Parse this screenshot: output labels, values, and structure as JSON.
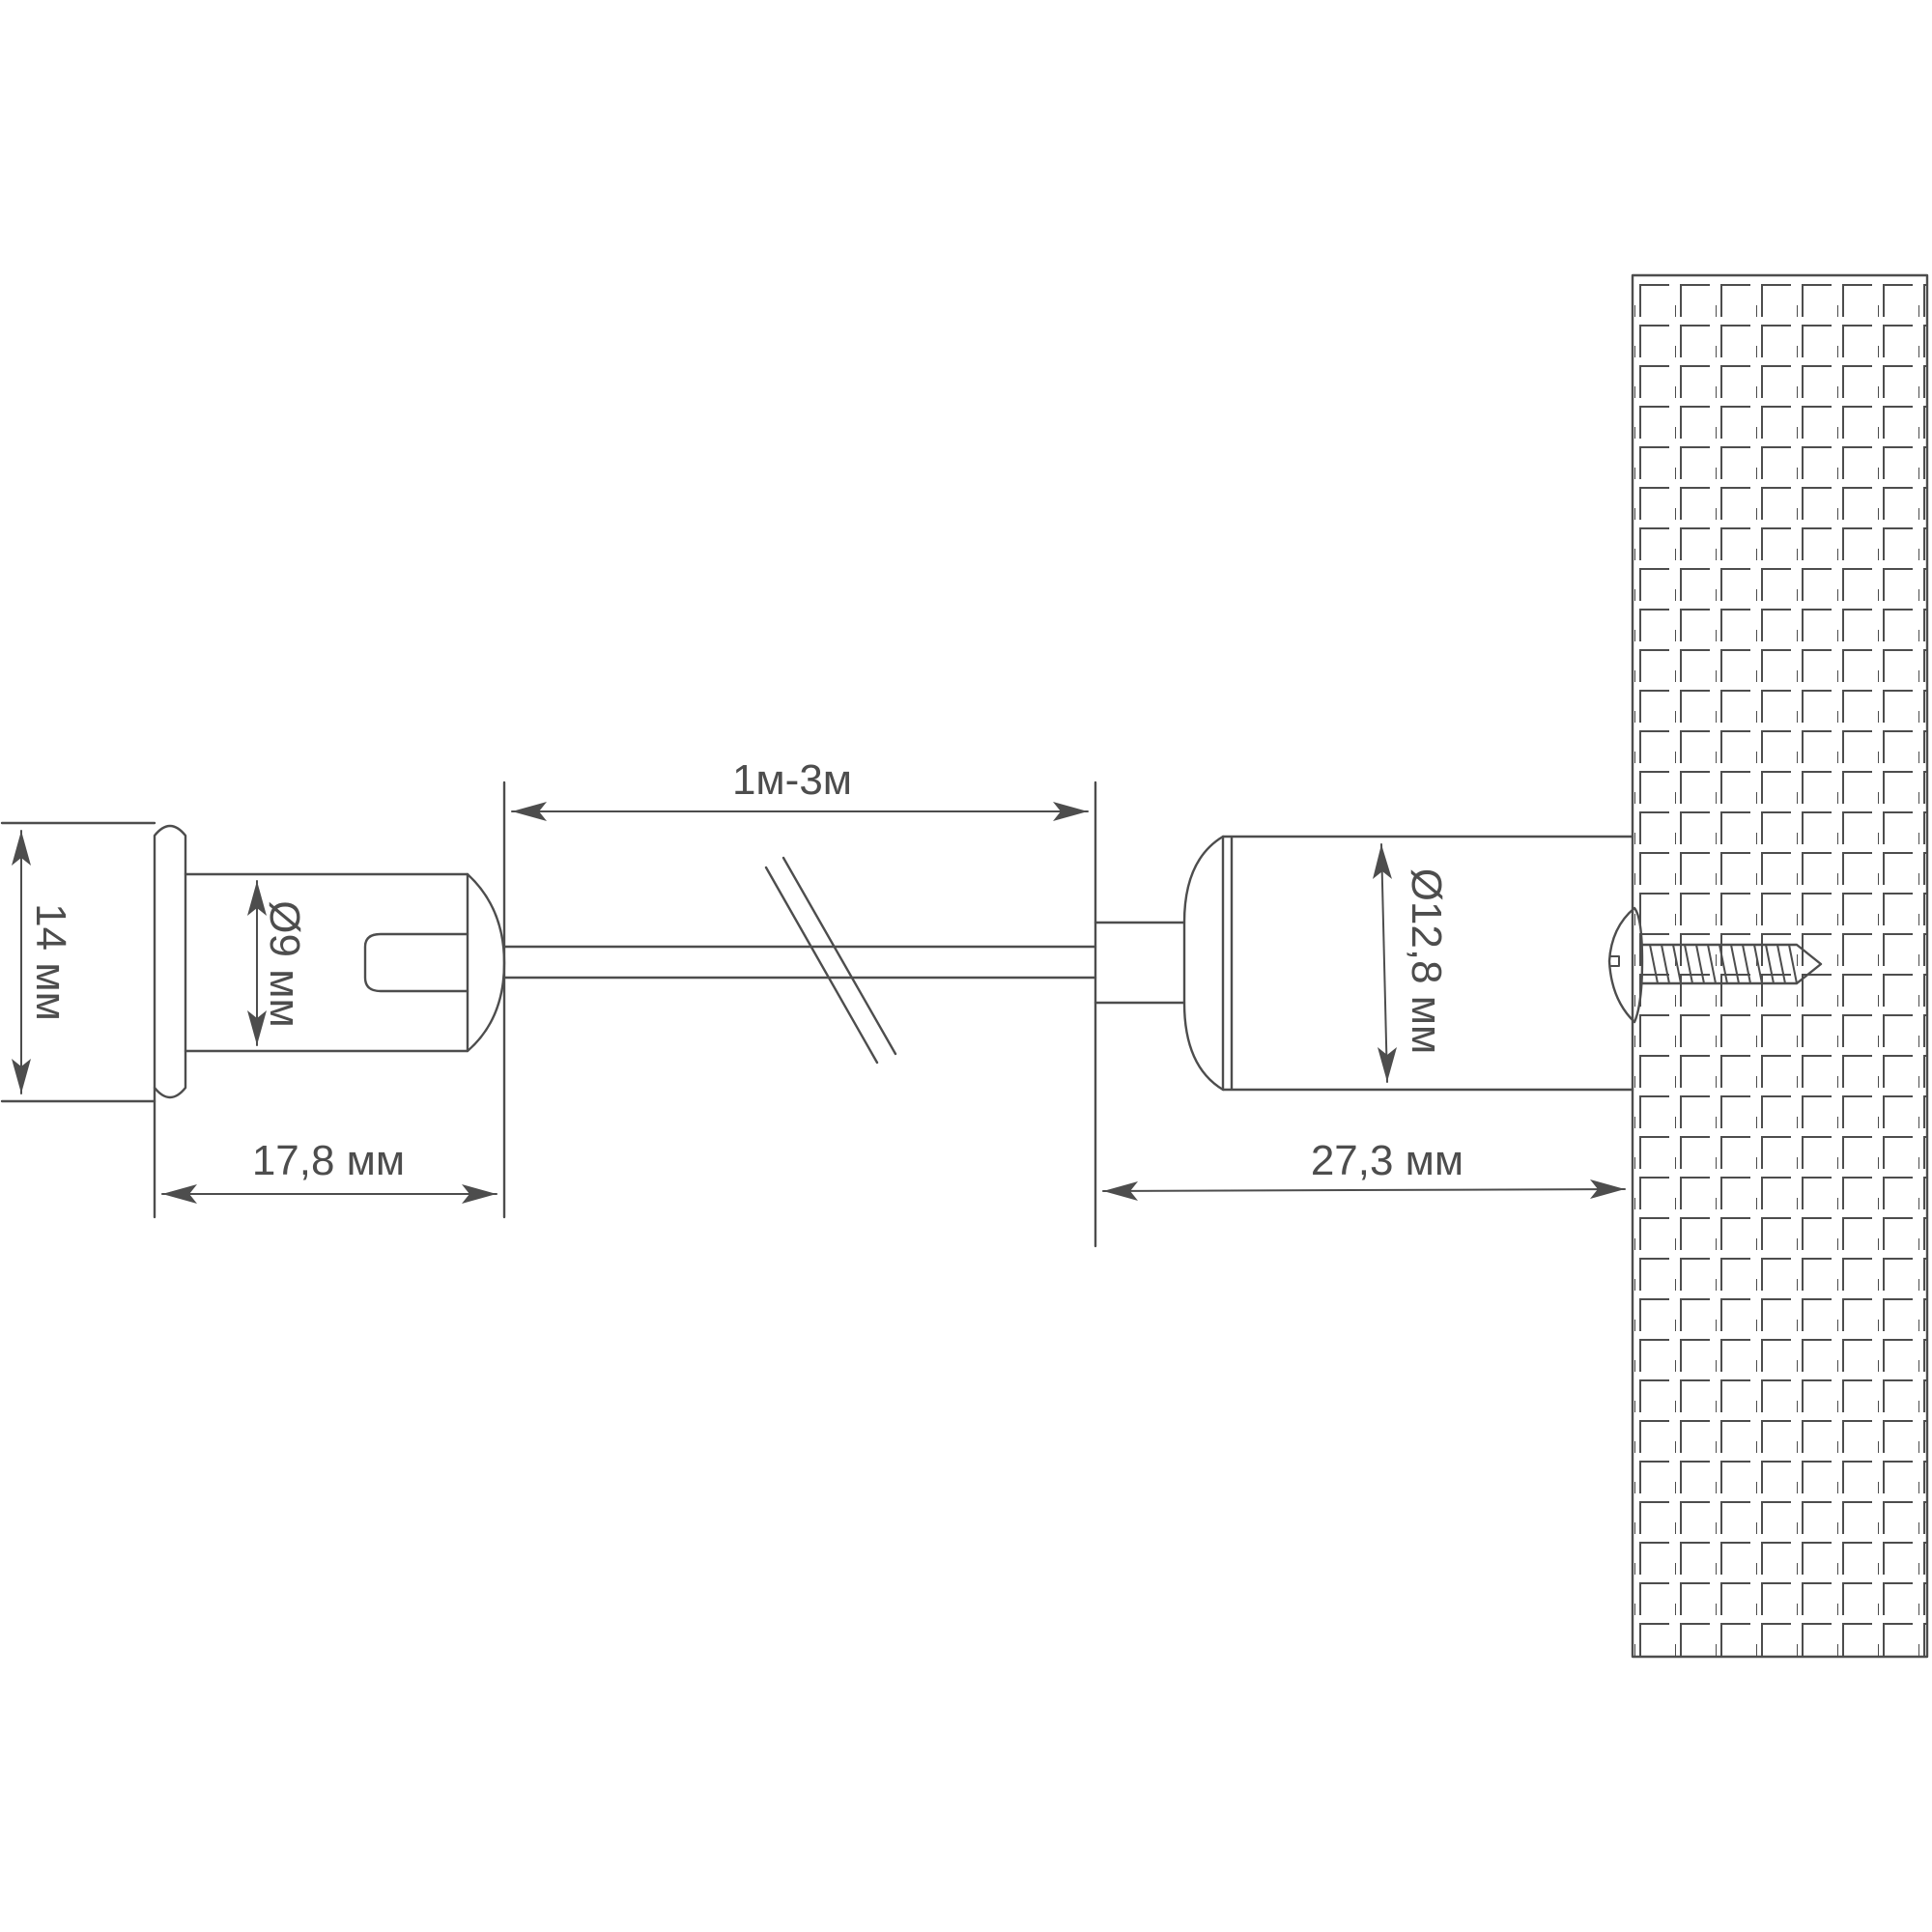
{
  "dimensions": {
    "cable_length": "1м-3м",
    "left_fitting_height": "14 мм",
    "left_fitting_diameter": "Ø9 мм",
    "left_fitting_length": "17,8 мм",
    "right_fitting_diameter": "Ø12,8 мм",
    "right_fitting_length": "27,3 мм"
  },
  "colors": {
    "line": "#4d4d4d",
    "background": "#ffffff"
  },
  "icons": [
    "mounting-screw-icon",
    "wall-hatch-pattern"
  ]
}
